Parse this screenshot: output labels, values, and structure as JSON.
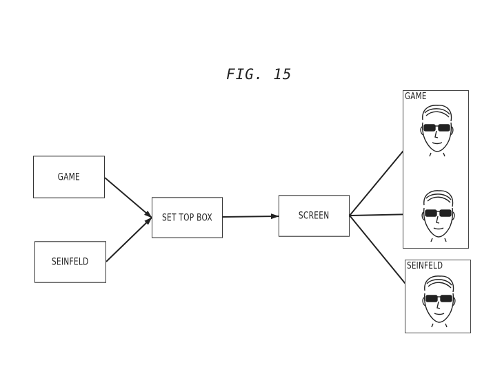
{
  "figure": {
    "title": "FIG. 15"
  },
  "inputs": [
    {
      "label": "GAME"
    },
    {
      "label": "SEINFELD"
    }
  ],
  "set_top_box": {
    "label": "SET TOP BOX"
  },
  "screen": {
    "label": "SCREEN"
  },
  "output_panels": [
    {
      "label": "GAME",
      "faces": 2
    },
    {
      "label": "SEINFELD",
      "faces": 1
    }
  ],
  "colors": {
    "line": "#222222",
    "background": "#ffffff"
  }
}
